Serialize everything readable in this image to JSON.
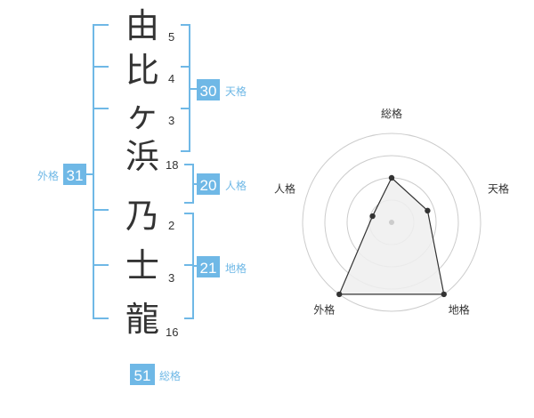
{
  "name": {
    "characters": [
      {
        "char": "由",
        "strokes": "5"
      },
      {
        "char": "比",
        "strokes": "4"
      },
      {
        "char": "ヶ",
        "strokes": "3"
      },
      {
        "char": "浜",
        "strokes": "18"
      },
      {
        "char": "乃",
        "strokes": "2"
      },
      {
        "char": "士",
        "strokes": "3"
      },
      {
        "char": "龍",
        "strokes": "16"
      }
    ]
  },
  "kakusu": {
    "tenkaku": {
      "value": "30",
      "label": "天格"
    },
    "jinkaku": {
      "value": "20",
      "label": "人格"
    },
    "chikaku": {
      "value": "21",
      "label": "地格"
    },
    "gaikaku": {
      "value": "31",
      "label": "外格"
    },
    "soukaku": {
      "value": "51",
      "label": "総格"
    }
  },
  "colors": {
    "accent": "#6fb8e6",
    "text": "#333333",
    "ring": "#cccccc",
    "radar_fill": "#eeeeee"
  },
  "chart_data": {
    "type": "radar",
    "axes": [
      "総格",
      "天格",
      "地格",
      "外格",
      "人格"
    ],
    "max": 4,
    "rings": 4,
    "values": [
      2,
      1.7,
      4,
      4,
      0.9
    ]
  }
}
